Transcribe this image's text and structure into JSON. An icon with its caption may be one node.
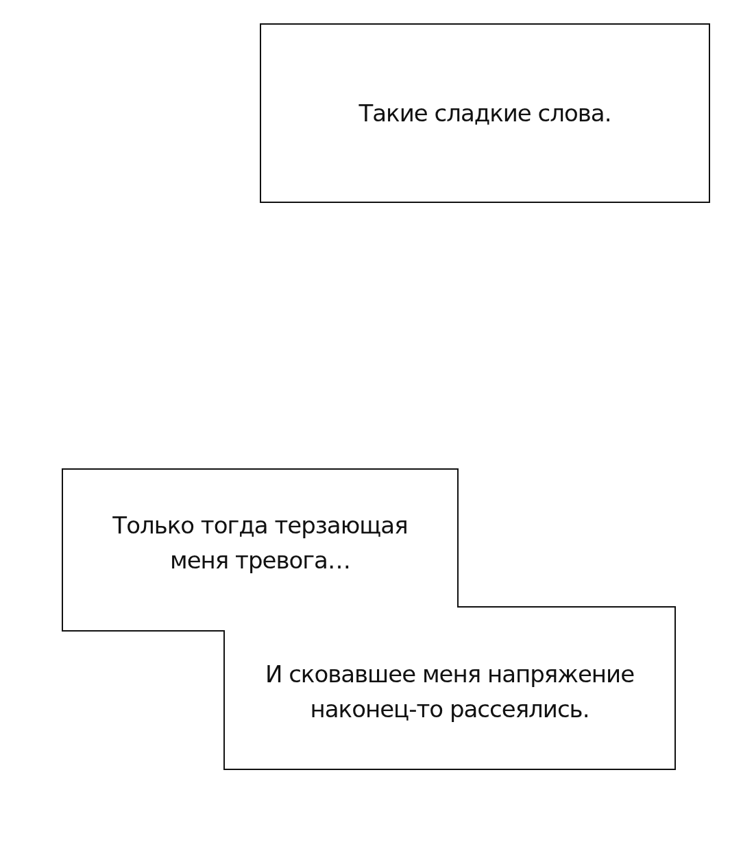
{
  "diagram": {
    "nodes": [
      {
        "text": [
          "Такие сладкие слова."
        ]
      },
      {
        "text": [
          "Только тогда терзающая меня тревога…"
        ]
      },
      {
        "text": [
          "И сковавшее меня напряжение наконец-то рассеялись."
        ]
      }
    ]
  }
}
